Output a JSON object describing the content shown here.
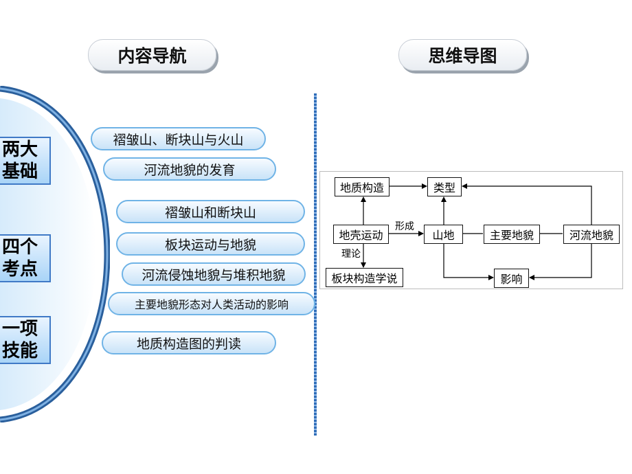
{
  "header": {
    "nav_title": "内容导航",
    "map_title": "思维导图"
  },
  "categories": [
    {
      "line1": "两大",
      "line2": "基础"
    },
    {
      "line1": "四个",
      "line2": "考点"
    },
    {
      "line1": "一项",
      "line2": "技能"
    }
  ],
  "topics": [
    "褶皱山、断块山与火山",
    "河流地貌的发育",
    "褶皱山和断块山",
    "板块运动与地貌",
    "河流侵蚀地貌与堆积地貌",
    "主要地貌形态对人类活动的影响",
    "地质构造图的判读"
  ],
  "mindmap": {
    "nodes": {
      "geo_structure": "地质构造",
      "types": "类型",
      "crust_movement": "地壳运动",
      "mountain": "山地",
      "main_landform": "主要地貌",
      "river_landform": "河流地貌",
      "plate_theory": "板块构造学说",
      "influence": "影响"
    },
    "edge_labels": {
      "forms": "形成",
      "theory": "理论"
    }
  }
}
